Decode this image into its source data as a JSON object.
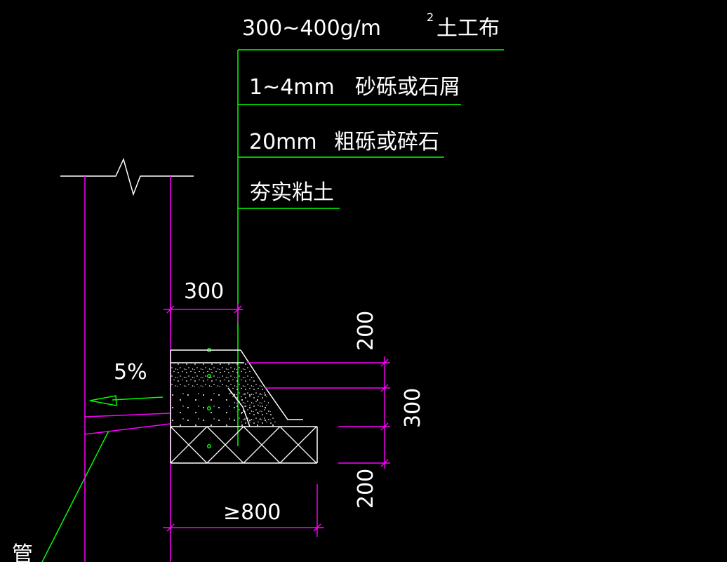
{
  "colors": {
    "background": "#000000",
    "leader": "#00ff00",
    "dimension": "#ff00ff",
    "outline": "#ffffff"
  },
  "layers": {
    "geotextile": {
      "spec": "300~400g/m",
      "superscript": "2",
      "name": "土工布"
    },
    "sand": {
      "spec": "1~4mm",
      "name": "砂砾或石屑"
    },
    "gravel": {
      "spec": "20mm",
      "name": "粗砾或碎石"
    },
    "clay": {
      "name": "夯实粘土"
    }
  },
  "dimensions": {
    "top_width": "300",
    "layer_top": "200",
    "layer_mid": "300",
    "layer_bottom": "200",
    "base_width": "≥800"
  },
  "slope": "5%",
  "pipe_label": "管"
}
